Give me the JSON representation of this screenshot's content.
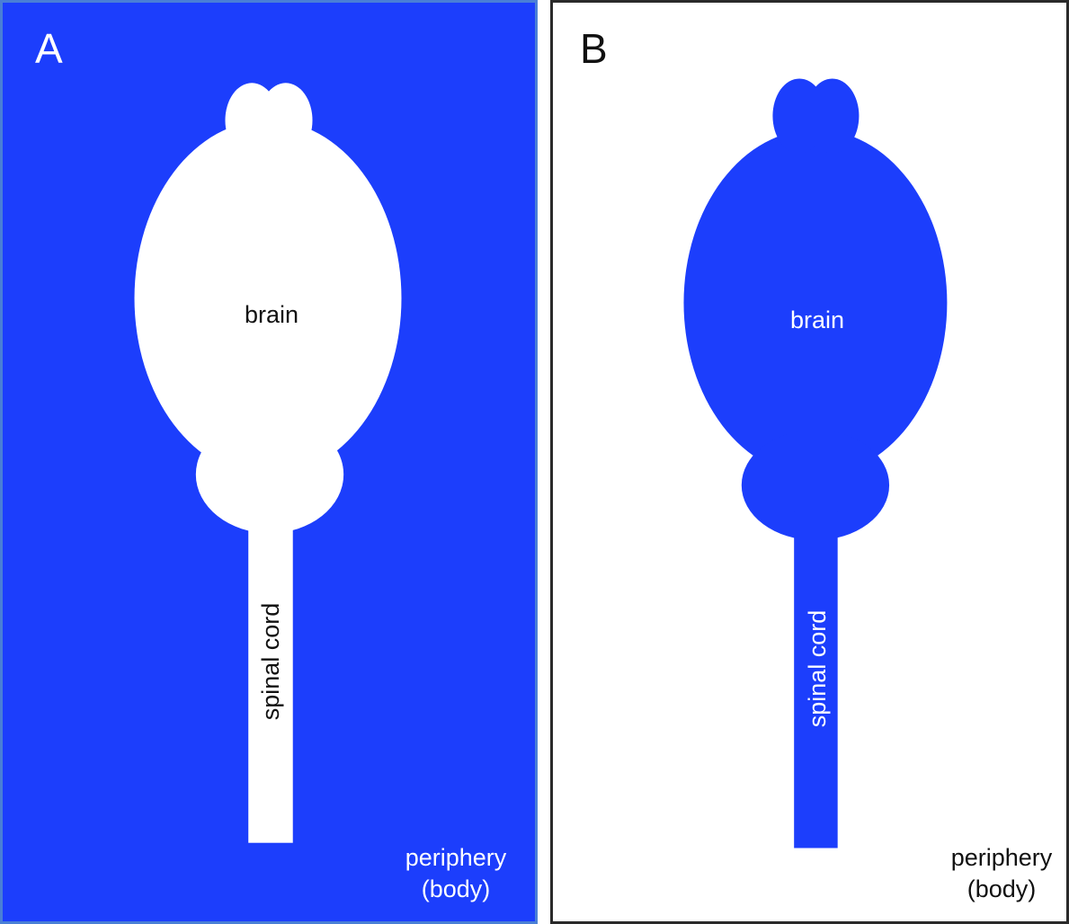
{
  "panels": [
    {
      "letter": "A",
      "background": "#1c3efc",
      "shape_fill": "#ffffff",
      "text_color_on_shape": "#111111",
      "text_color_on_background": "#ffffff",
      "labels": {
        "brain": "brain",
        "spinal_cord": "spinal cord",
        "periphery_line1": "periphery",
        "periphery_line2": "(body)"
      }
    },
    {
      "letter": "B",
      "background": "#ffffff",
      "shape_fill": "#1c3efc",
      "text_color_on_shape": "#ffffff",
      "text_color_on_background": "#111111",
      "labels": {
        "brain": "brain",
        "spinal_cord": "spinal cord",
        "periphery_line1": "periphery",
        "periphery_line2": "(body)"
      }
    }
  ]
}
